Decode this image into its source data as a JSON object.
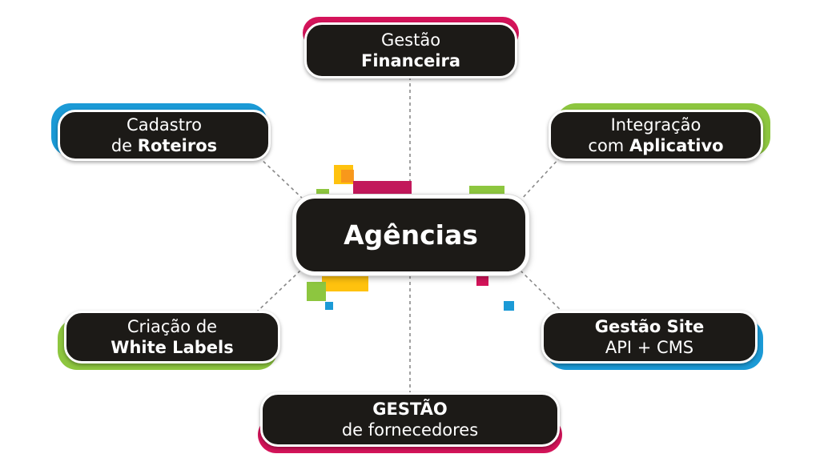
{
  "center": {
    "label": "Agências"
  },
  "nodes": {
    "top": {
      "line1": "Gestão",
      "line2": "Financeira"
    },
    "top_left": {
      "line1_pre": "Cadastro",
      "line2_pre": "de ",
      "line2_bold": "Roteiros"
    },
    "top_right": {
      "line1": "Integração",
      "line2_pre": "com ",
      "line2_bold": "Aplicativo"
    },
    "bottom_left": {
      "line1": "Criação de",
      "line2": "White Labels"
    },
    "bottom_right": {
      "line1": "Gestão Site",
      "line2": "API + CMS"
    },
    "bottom": {
      "line1": "GESTÃO",
      "line2": "de fornecedores"
    }
  },
  "colors": {
    "node_fill": "#1c1a17",
    "magenta": "#d4145a",
    "blue": "#1b9ad6",
    "green": "#8dc63f",
    "yellow": "#ffc20e",
    "connector": "#888888"
  }
}
